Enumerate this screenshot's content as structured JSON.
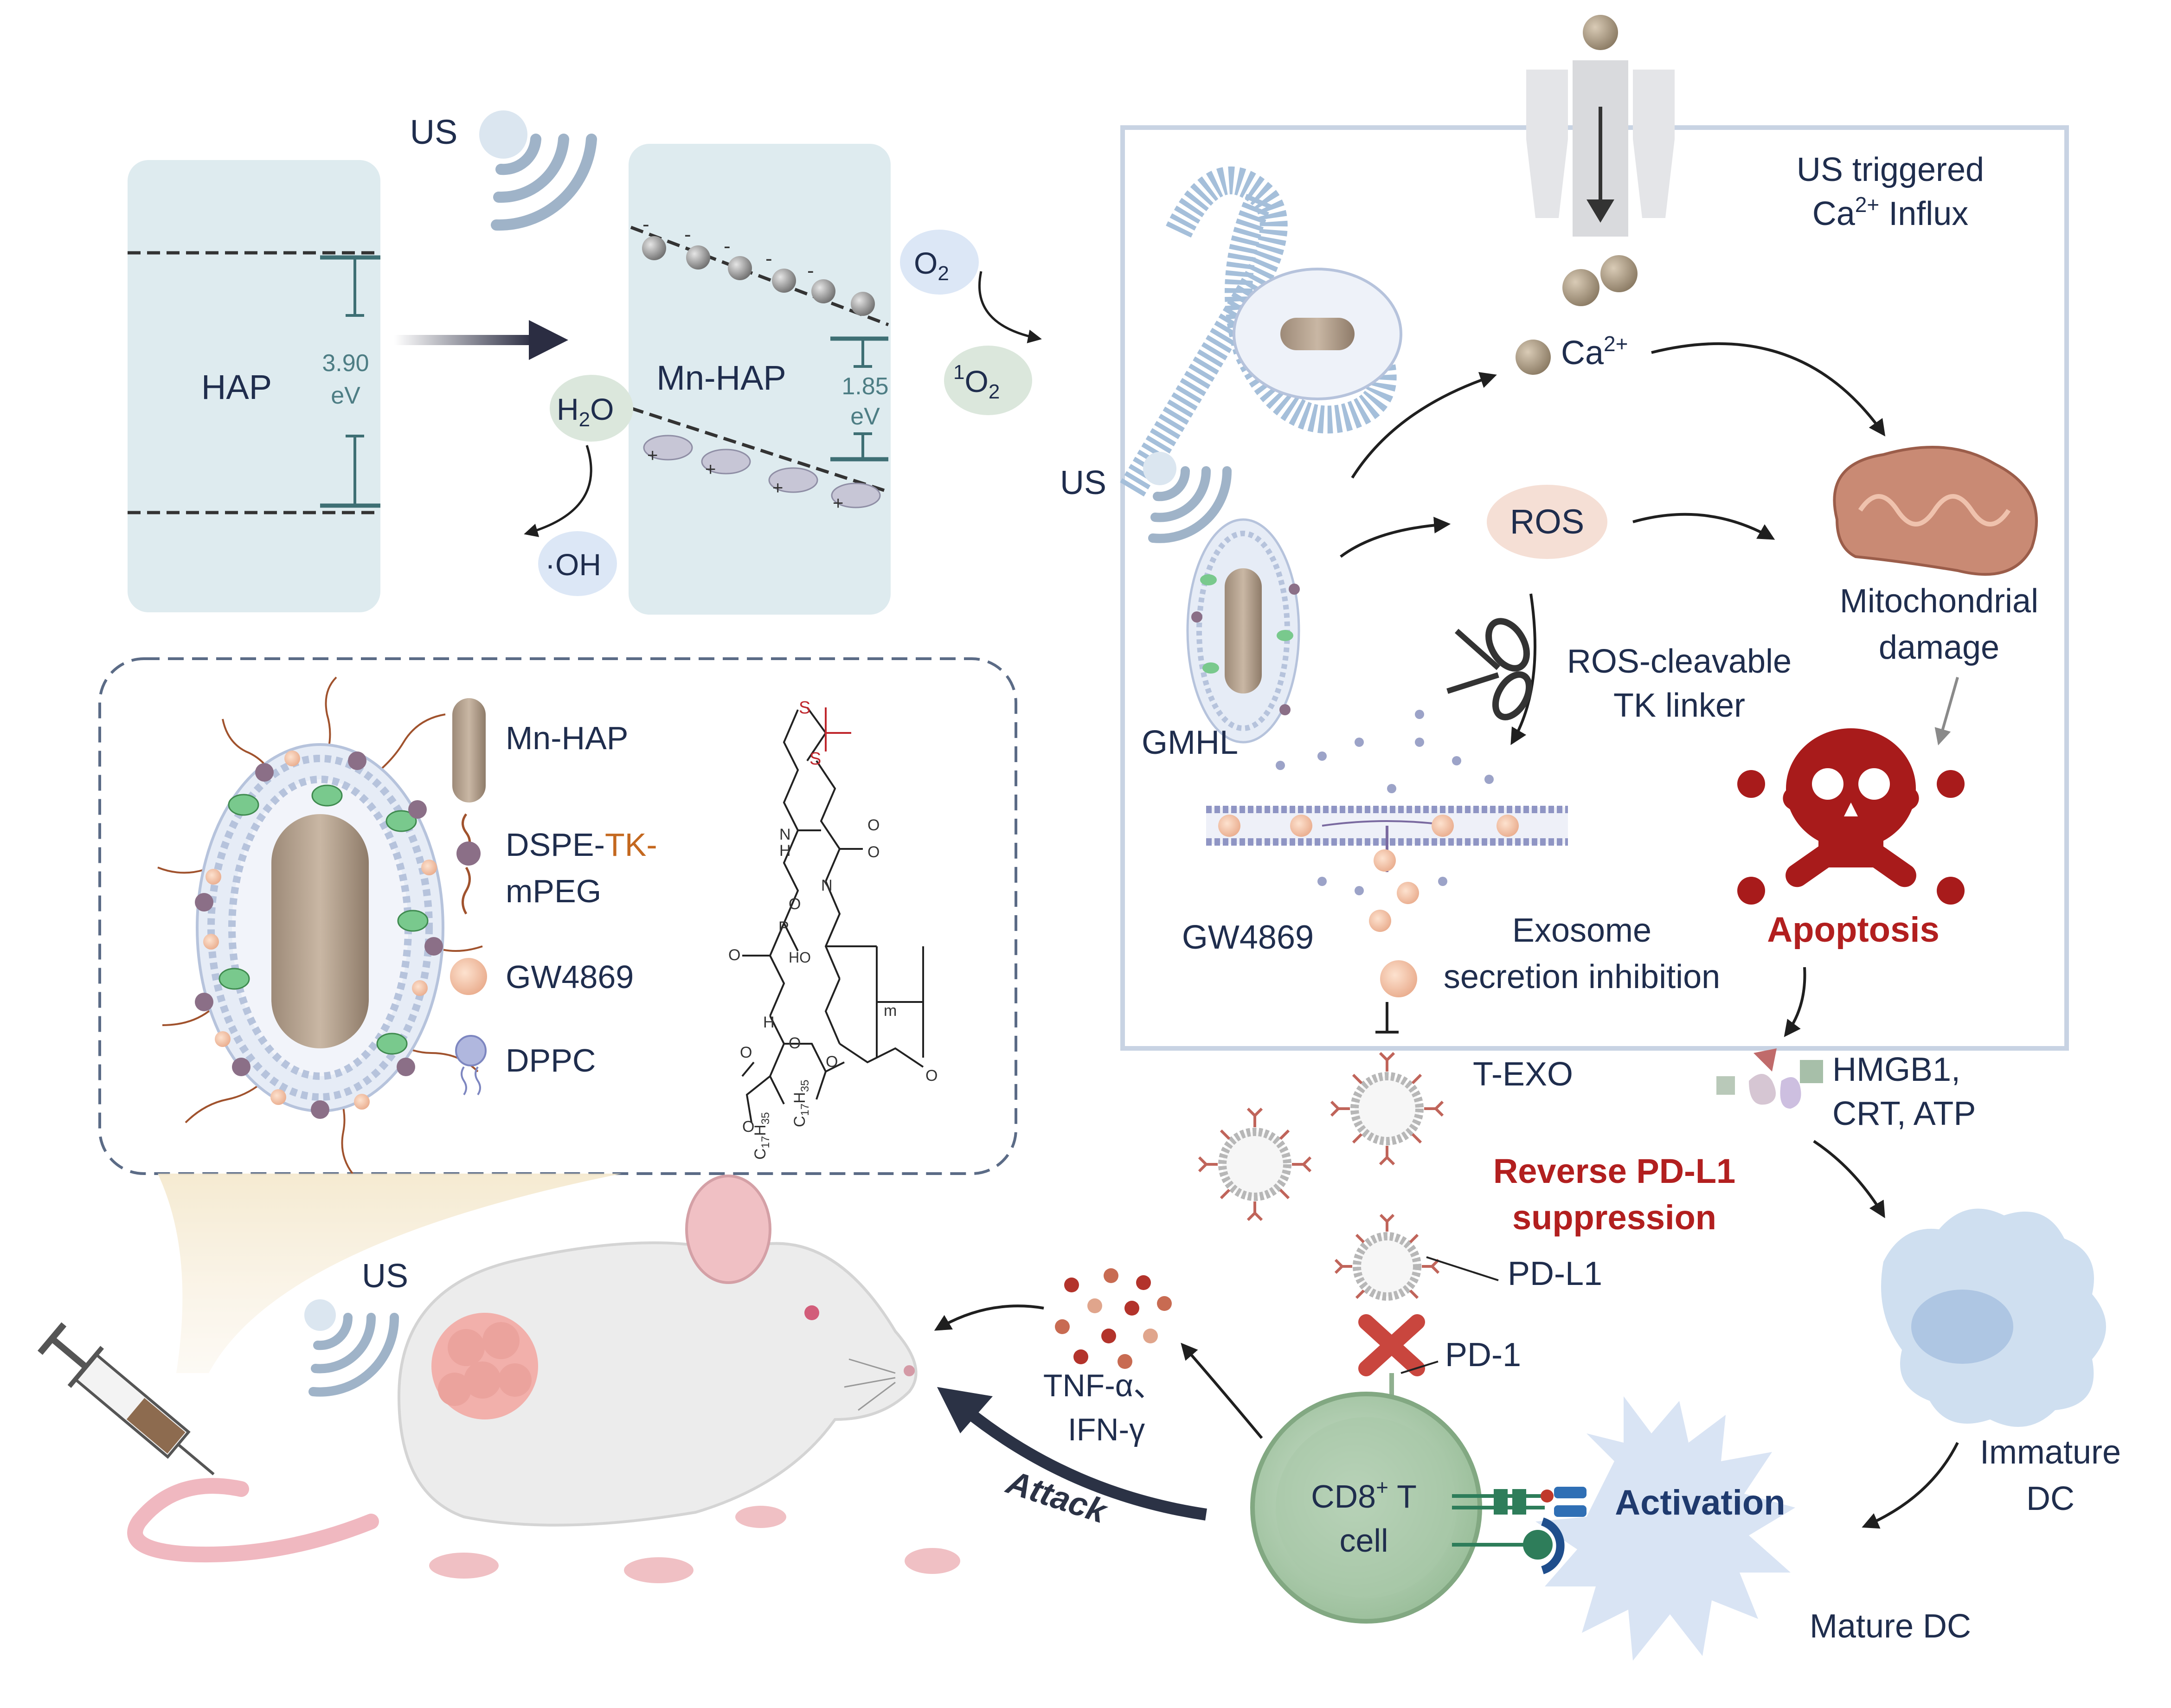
{
  "band_diagram": {
    "hap_label": "HAP",
    "hap_gap_value": "3.90",
    "hap_gap_unit": "eV",
    "mnhap_label": "Mn-HAP",
    "mnhap_gap_value": "1.85",
    "mnhap_gap_unit": "eV",
    "us_label": "US",
    "o2_label": "O",
    "o2_sub": "2",
    "singlet_sup": "1",
    "singlet_label": "O",
    "singlet_sub": "2",
    "h2o_h": "H",
    "h2o_sub": "2",
    "h2o_o": "O",
    "oh_label": "·OH",
    "electron_sign": "-",
    "hole_sign": "+"
  },
  "legend": {
    "mnhap": "Mn-HAP",
    "dspe_prefix": "DSPE-",
    "dspe_tk": "TK-",
    "dspe_mpeg": "mPEG",
    "gw4869": "GW4869",
    "dppc": "DPPC"
  },
  "chemistry": {
    "sulfur": "S",
    "phosphorus": "P",
    "amide_n": "N",
    "amide_h": "H",
    "hydroxyl": "HO",
    "chiral_h": "H",
    "oxygen": "O",
    "repeat_m": "m",
    "acyl_c": "C",
    "acyl_c_sub": "17",
    "acyl_h": "H",
    "acyl_h_sub": "35"
  },
  "mechanism": {
    "us_box_label": "US",
    "influx_line1": "US triggered",
    "influx_line2_ca": "Ca",
    "influx_line2_sup": "2+",
    "influx_line2_rest": " Influx",
    "ca_label": "Ca",
    "ca_sup": "2+",
    "ros_label": "ROS",
    "mito_line1": "Mitochondrial",
    "mito_line2": "damage",
    "tk_line1": "ROS-cleavable",
    "tk_line2": "TK linker",
    "gmhl_label": "GMHL",
    "gw4869_label": "GW4869",
    "exo_line1": "Exosome",
    "exo_line2": "secretion inhibition",
    "apoptosis_label": "Apoptosis"
  },
  "immune": {
    "texo_label": "T-EXO",
    "reverse_line1": "Reverse PD-L1",
    "reverse_line2": "suppression",
    "pdl1_label": "PD-L1",
    "pd1_label": "PD-1",
    "damp_line1": "HMGB1,",
    "damp_line2": "CRT, ATP",
    "immature_line1": "Immature",
    "immature_line2": "DC",
    "mature_label": "Mature DC",
    "tcell_line1_cd": "CD8",
    "tcell_line1_sup": "+",
    "tcell_line1_rest": " T",
    "tcell_line2": "cell",
    "activation_label": "Activation",
    "cytokine_line1": "TNF-α、",
    "cytokine_line2": "IFN-γ",
    "attack_label": "Attack",
    "mouse_us_label": "US"
  },
  "colors": {
    "label_navy": "#1f2d4d",
    "danger_red": "#b21f1f",
    "tk_orange": "#c4681f",
    "box_border": "#c8d3e3",
    "band_panel": "#deebef"
  }
}
